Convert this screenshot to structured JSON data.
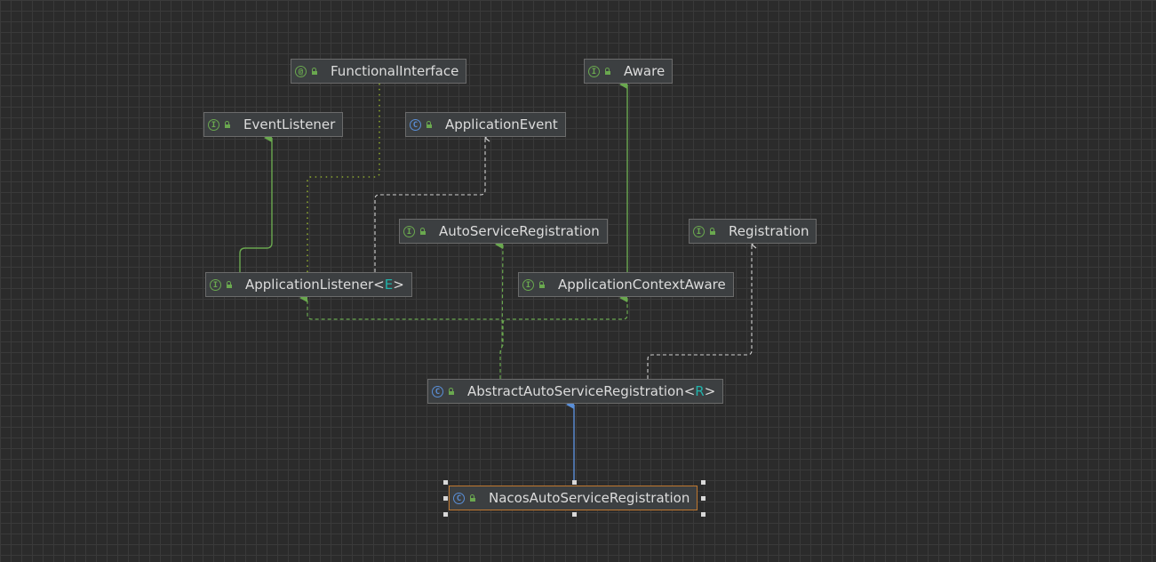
{
  "diagram": {
    "nodes": [
      {
        "id": "functional-interface",
        "kind": "annotation",
        "kind_glyph": "@",
        "label": "FunctionalInterface",
        "type_param": ""
      },
      {
        "id": "aware",
        "kind": "interface",
        "kind_glyph": "I",
        "label": "Aware",
        "type_param": ""
      },
      {
        "id": "event-listener",
        "kind": "interface",
        "kind_glyph": "I",
        "label": "EventListener",
        "type_param": ""
      },
      {
        "id": "application-event",
        "kind": "class",
        "kind_glyph": "C",
        "label": "ApplicationEvent",
        "type_param": ""
      },
      {
        "id": "auto-service-registration",
        "kind": "interface",
        "kind_glyph": "I",
        "label": "AutoServiceRegistration",
        "type_param": ""
      },
      {
        "id": "registration",
        "kind": "interface",
        "kind_glyph": "I",
        "label": "Registration",
        "type_param": ""
      },
      {
        "id": "application-listener",
        "kind": "interface",
        "kind_glyph": "I",
        "label": "ApplicationListener",
        "type_param": "E"
      },
      {
        "id": "application-context-aware",
        "kind": "interface",
        "kind_glyph": "I",
        "label": "ApplicationContextAware",
        "type_param": ""
      },
      {
        "id": "abstract-auto-service-registration",
        "kind": "class",
        "kind_glyph": "C",
        "label": "AbstractAutoServiceRegistration",
        "type_param": "R"
      },
      {
        "id": "nacos-auto-service-registration",
        "kind": "class",
        "kind_glyph": "C",
        "label": "NacosAutoServiceRegistration",
        "type_param": "",
        "selected": true
      }
    ],
    "edges": [
      {
        "from": "application-listener",
        "to": "event-listener",
        "relation": "extends",
        "color": "#6aa84f"
      },
      {
        "from": "application-listener",
        "to": "functional-interface",
        "relation": "annotated",
        "color": "#7a9a2a"
      },
      {
        "from": "application-listener",
        "to": "application-event",
        "relation": "uses",
        "color": "#d0d0d0"
      },
      {
        "from": "application-context-aware",
        "to": "aware",
        "relation": "extends",
        "color": "#6aa84f"
      },
      {
        "from": "abstract-auto-service-registration",
        "to": "auto-service-registration",
        "relation": "implements",
        "color": "#6aa84f"
      },
      {
        "from": "abstract-auto-service-registration",
        "to": "application-listener",
        "relation": "implements",
        "color": "#6aa84f"
      },
      {
        "from": "abstract-auto-service-registration",
        "to": "application-context-aware",
        "relation": "implements",
        "color": "#6aa84f"
      },
      {
        "from": "abstract-auto-service-registration",
        "to": "registration",
        "relation": "uses",
        "color": "#d0d0d0"
      },
      {
        "from": "nacos-auto-service-registration",
        "to": "abstract-auto-service-registration",
        "relation": "extends",
        "color": "#5a8fd8"
      }
    ]
  }
}
